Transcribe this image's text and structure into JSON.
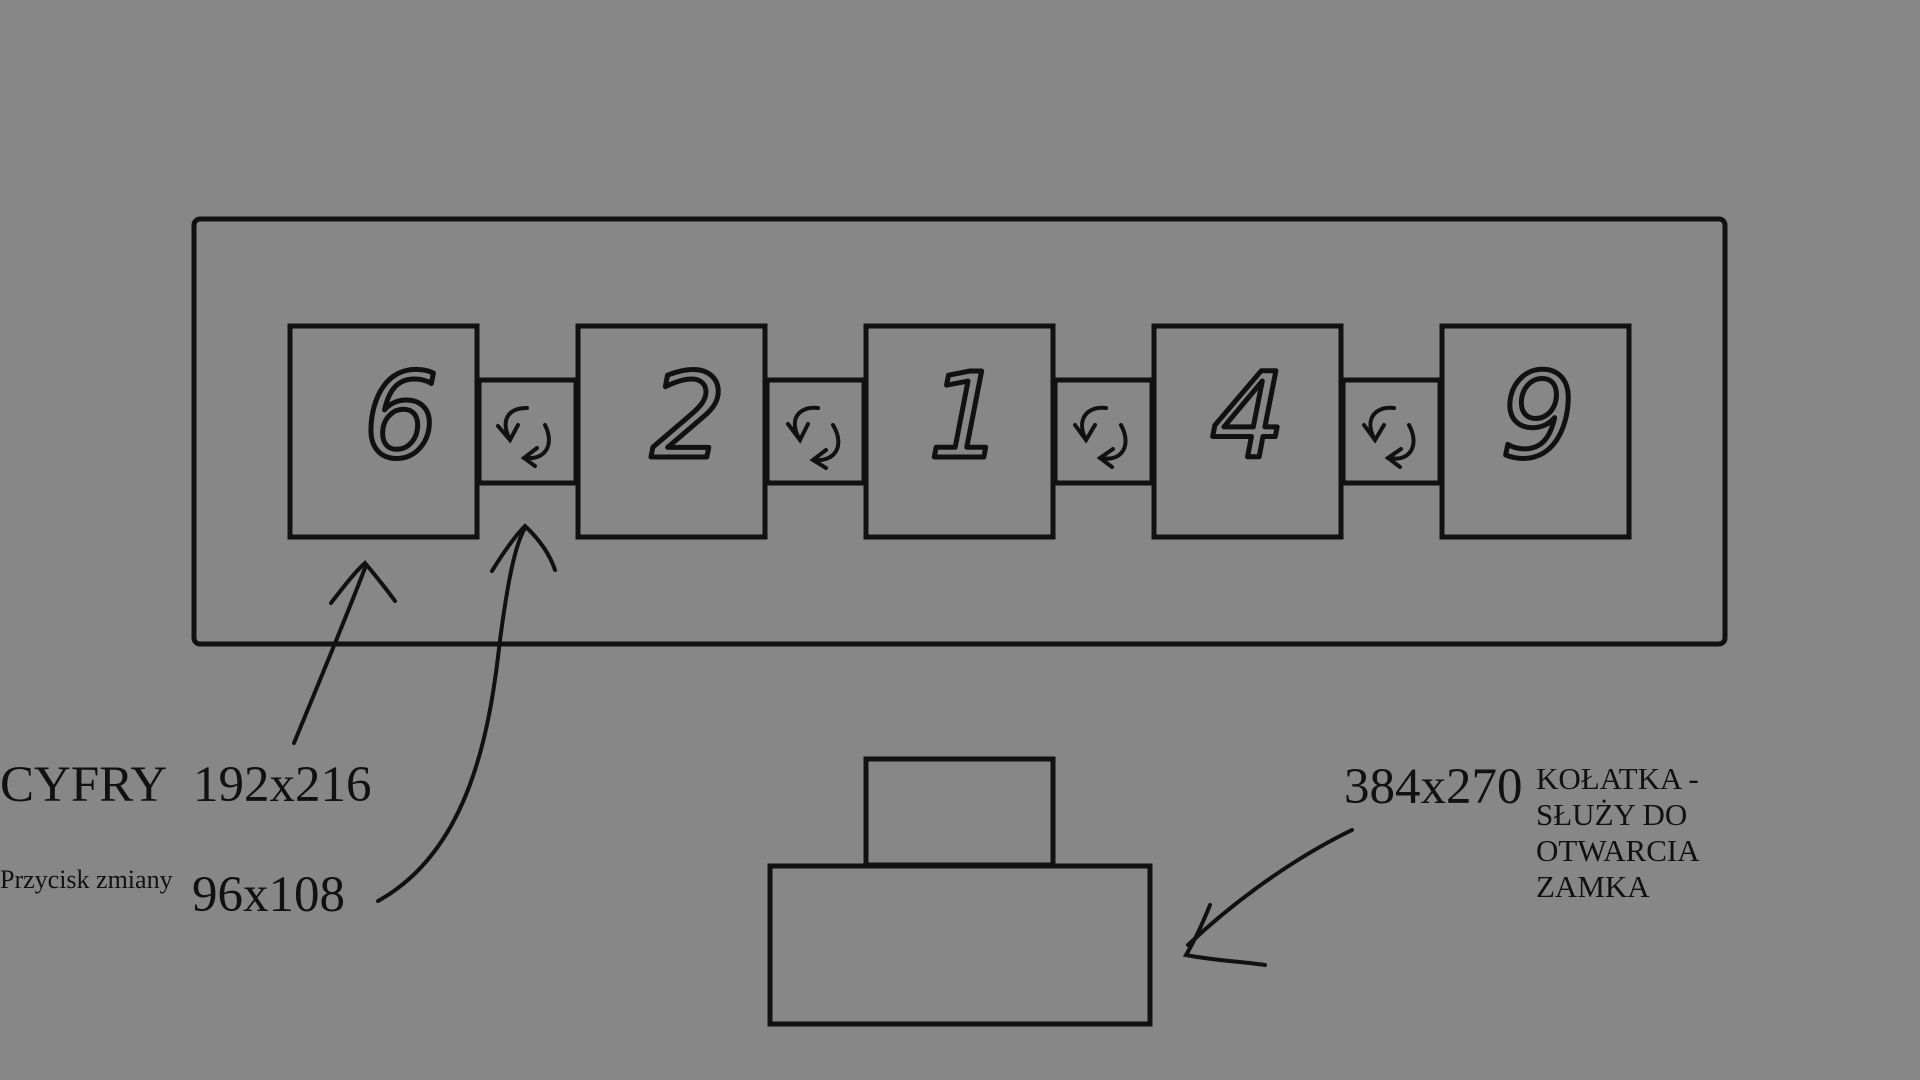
{
  "lock": {
    "digits": [
      "6",
      "2",
      "1",
      "4",
      "9"
    ],
    "switch_button_count": 4
  },
  "annotations": {
    "digits_label": "CYFRY",
    "digits_size": "192x216",
    "switch_label": "Przycisk zmiany",
    "switch_size": "96x108",
    "knocker_size": "384x270",
    "knocker_description": "KOŁATKA - SŁUŻY DO OTWARCIA ZAMKA"
  },
  "icons": {
    "switch_icon": "rotate-arrows-icon",
    "pointer": "curved-arrow-icon"
  },
  "colors": {
    "background": "#878787",
    "ink": "#111111"
  }
}
